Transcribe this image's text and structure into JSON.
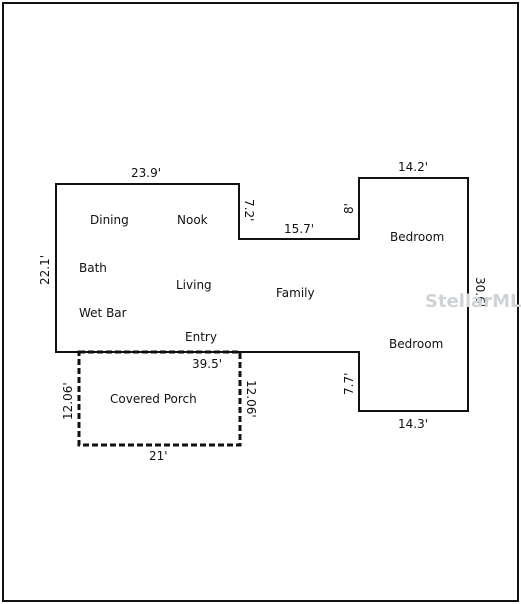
{
  "colors": {
    "outline": "#111111",
    "background": "#ffffff",
    "watermark": "#cfd3d6"
  },
  "rooms": {
    "dining": "Dining",
    "nook": "Nook",
    "bath": "Bath",
    "living": "Living",
    "family": "Family",
    "wet_bar": "Wet Bar",
    "entry": "Entry",
    "bedroom_1": "Bedroom",
    "bedroom_2": "Bedroom",
    "covered_porch": "Covered Porch"
  },
  "dimensions": {
    "top_left_width": "23.9'",
    "left_height": "22.1'",
    "notch_depth": "7.2'",
    "middle_width": "15.7'",
    "right_notch": "8'",
    "top_right_width": "14.2'",
    "right_height": "30.6'",
    "bottom_width": "39.5'",
    "lower_notch": "7.7'",
    "bottom_right_width": "14.3'",
    "porch_left_height": "12.06'",
    "porch_right_height": "12.06'",
    "porch_width": "21'"
  },
  "watermark": "StellarMLS"
}
